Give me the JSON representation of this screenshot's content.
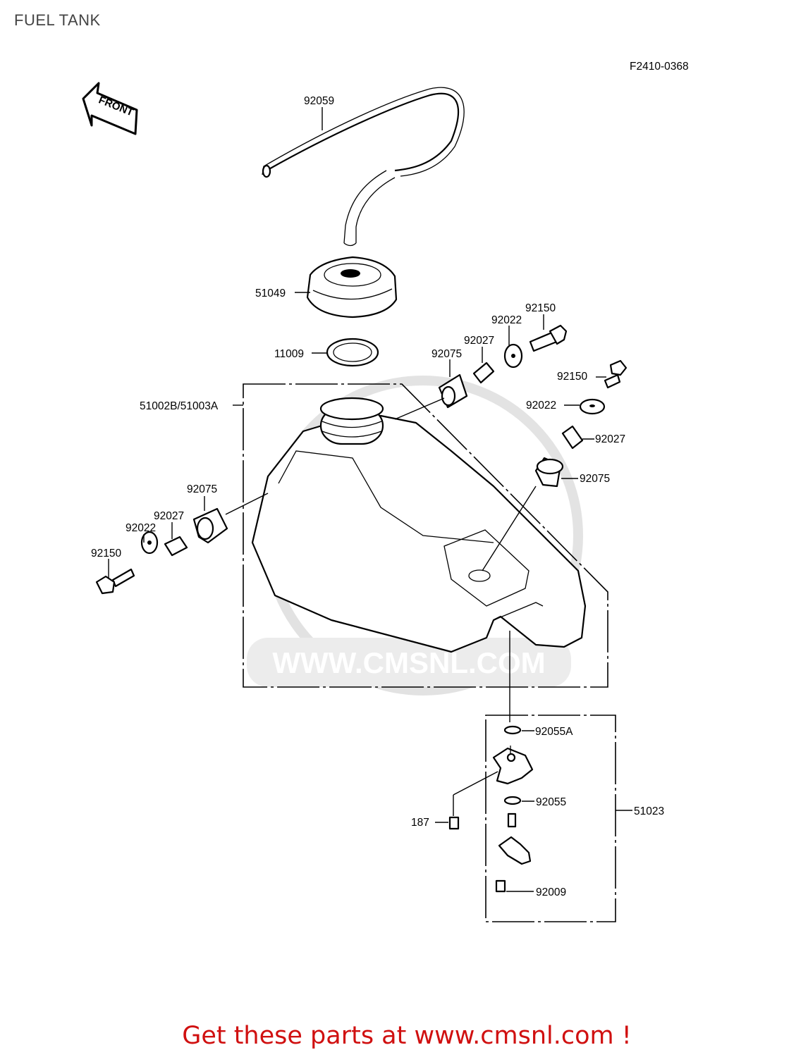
{
  "header": {
    "title": "FUEL TANK"
  },
  "diagram": {
    "code": "F2410-0368",
    "front_arrow_label": "FRONT",
    "watermark_url": "WWW.CMSNL.COM",
    "parts": [
      {
        "id": "p92059",
        "number": "92059"
      },
      {
        "id": "p51049",
        "number": "51049"
      },
      {
        "id": "p11009",
        "number": "11009"
      },
      {
        "id": "p51002",
        "number": "51002B/51003A"
      },
      {
        "id": "p92150a",
        "number": "92150"
      },
      {
        "id": "p92022a",
        "number": "92022"
      },
      {
        "id": "p92027a",
        "number": "92027"
      },
      {
        "id": "p92075a",
        "number": "92075"
      },
      {
        "id": "p92150b",
        "number": "92150"
      },
      {
        "id": "p92022b",
        "number": "92022"
      },
      {
        "id": "p92027b",
        "number": "92027"
      },
      {
        "id": "p92075b",
        "number": "92075"
      },
      {
        "id": "p92075c",
        "number": "92075"
      },
      {
        "id": "p92027c",
        "number": "92027"
      },
      {
        "id": "p92022c",
        "number": "92022"
      },
      {
        "id": "p92150c",
        "number": "92150"
      },
      {
        "id": "p92055A",
        "number": "92055A"
      },
      {
        "id": "p92055",
        "number": "92055"
      },
      {
        "id": "p187",
        "number": "187"
      },
      {
        "id": "p51023",
        "number": "51023"
      },
      {
        "id": "p92009",
        "number": "92009"
      }
    ]
  },
  "footer": {
    "promo_text": "Get these parts at www.cmsnl.com !"
  }
}
